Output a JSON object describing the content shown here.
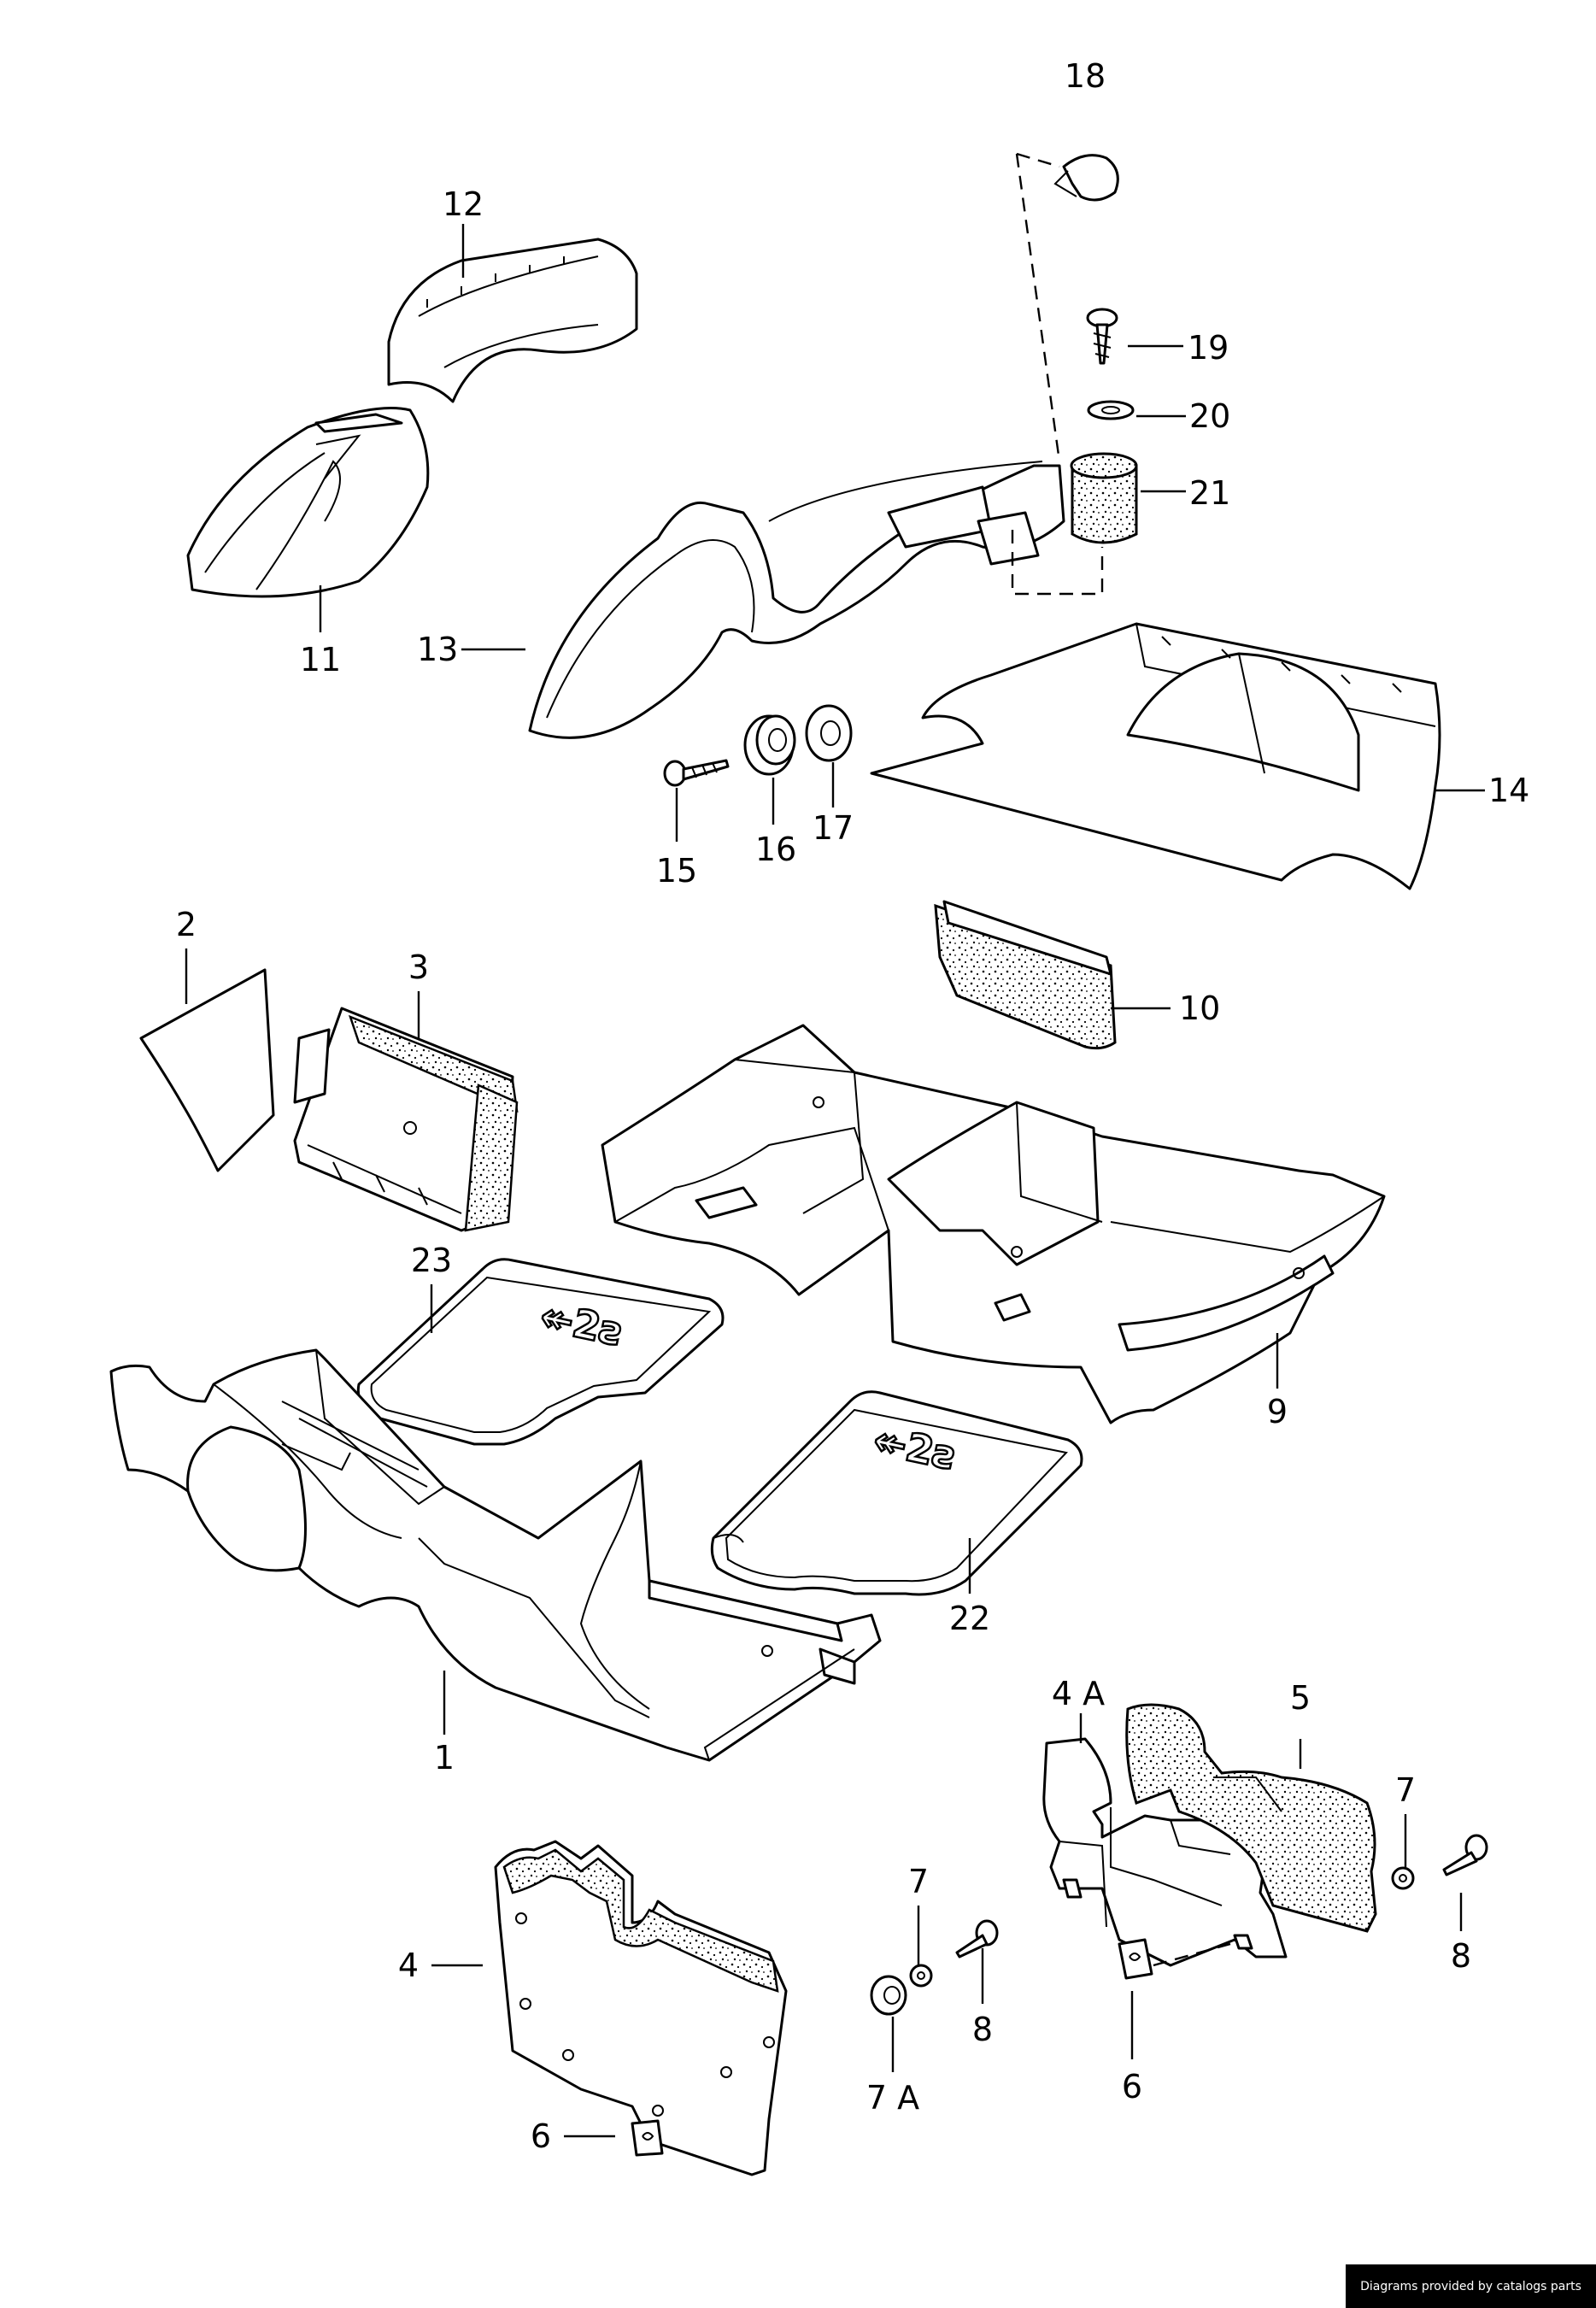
{
  "diagram": {
    "callouts": [
      {
        "id": "p18",
        "label": "18"
      },
      {
        "id": "p12",
        "label": "12"
      },
      {
        "id": "p19",
        "label": "19"
      },
      {
        "id": "p20",
        "label": "20"
      },
      {
        "id": "p21",
        "label": "21"
      },
      {
        "id": "p11",
        "label": "11"
      },
      {
        "id": "p13",
        "label": "13"
      },
      {
        "id": "p14",
        "label": "14"
      },
      {
        "id": "p15",
        "label": "15"
      },
      {
        "id": "p16",
        "label": "16"
      },
      {
        "id": "p17",
        "label": "17"
      },
      {
        "id": "p2",
        "label": "2"
      },
      {
        "id": "p3",
        "label": "3"
      },
      {
        "id": "p10",
        "label": "10"
      },
      {
        "id": "p23",
        "label": "23"
      },
      {
        "id": "p9",
        "label": "9"
      },
      {
        "id": "p22",
        "label": "22"
      },
      {
        "id": "p1",
        "label": "1"
      },
      {
        "id": "p4a",
        "label": "4 A"
      },
      {
        "id": "p5",
        "label": "5"
      },
      {
        "id": "p7a",
        "label": "7"
      },
      {
        "id": "p7b",
        "label": "7"
      },
      {
        "id": "p4",
        "label": "4"
      },
      {
        "id": "p8a",
        "label": "8"
      },
      {
        "id": "p8b",
        "label": "8"
      },
      {
        "id": "p7A",
        "label": "7 A"
      },
      {
        "id": "p6a",
        "label": "6"
      },
      {
        "id": "p6b",
        "label": "6"
      }
    ],
    "mat_logo_front": "↞2ƨ",
    "mat_logo_rear": "↞2ƨ"
  },
  "footer": {
    "credit": "Diagrams provided by catalogs parts"
  }
}
